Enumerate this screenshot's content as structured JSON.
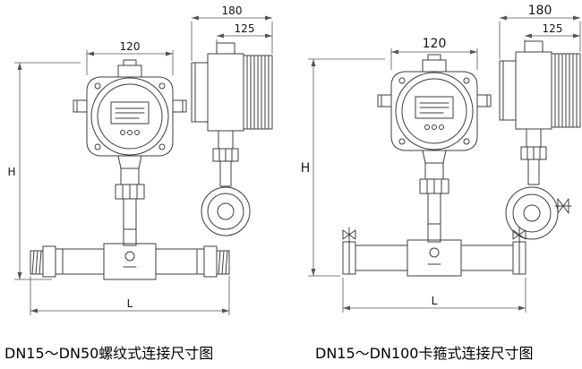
{
  "drawing": {
    "background": "#ffffff",
    "line_color": "#3c3c3c",
    "left_figure": {
      "caption": "DN15～DN50螺纹式连接尺寸图",
      "dimensions": {
        "top_width": "120",
        "side_depth": "180",
        "side_depth_inner": "125",
        "height": "H",
        "length": "L"
      }
    },
    "right_figure": {
      "caption": "DN15～DN100卡箍式连接尺寸图",
      "dimensions": {
        "top_width": "120",
        "side_depth": "180",
        "side_depth_inner": "125",
        "height": "H",
        "length": "L"
      }
    }
  }
}
